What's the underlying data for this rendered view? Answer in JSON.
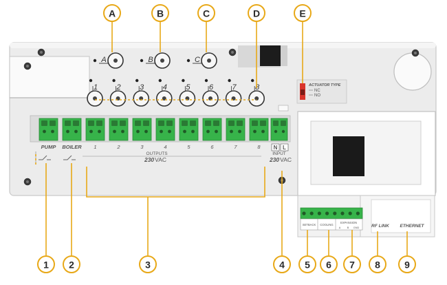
{
  "letter_callouts": [
    "A",
    "B",
    "C",
    "D",
    "E"
  ],
  "number_callouts": [
    "1",
    "2",
    "3",
    "4",
    "5",
    "6",
    "7",
    "8",
    "9"
  ],
  "zone_buttons_abc": [
    "A",
    "B",
    "C"
  ],
  "zone_buttons_num": [
    "1",
    "2",
    "3",
    "4",
    "5",
    "6",
    "7",
    "8"
  ],
  "output_terminals": [
    "PUMP",
    "BOILER",
    "1",
    "2",
    "3",
    "4",
    "5",
    "6",
    "7",
    "8"
  ],
  "outputs_label": "OUTPUTS",
  "outputs_voltage_num": "230",
  "outputs_voltage_unit": "VAC",
  "input_label": "INPUT",
  "input_voltage_num": "230",
  "input_voltage_unit": "VAC",
  "input_terminals": [
    "N",
    "L"
  ],
  "actuator": {
    "title": "ACTUATOR TYPE",
    "options": [
      "NC",
      "NO"
    ]
  },
  "low_voltage_terminals": [
    "SETBACK",
    "COOLING",
    "EXPANSION"
  ],
  "expansion_sub": [
    "A",
    "B",
    "GND"
  ],
  "bottom_labels": [
    "RF LINK",
    "ETHERNET"
  ],
  "colors": {
    "accent": "#e8a817",
    "terminal_green": "#37b34a",
    "panel": "#e9e9e9",
    "switch_red": "#d9342b"
  }
}
